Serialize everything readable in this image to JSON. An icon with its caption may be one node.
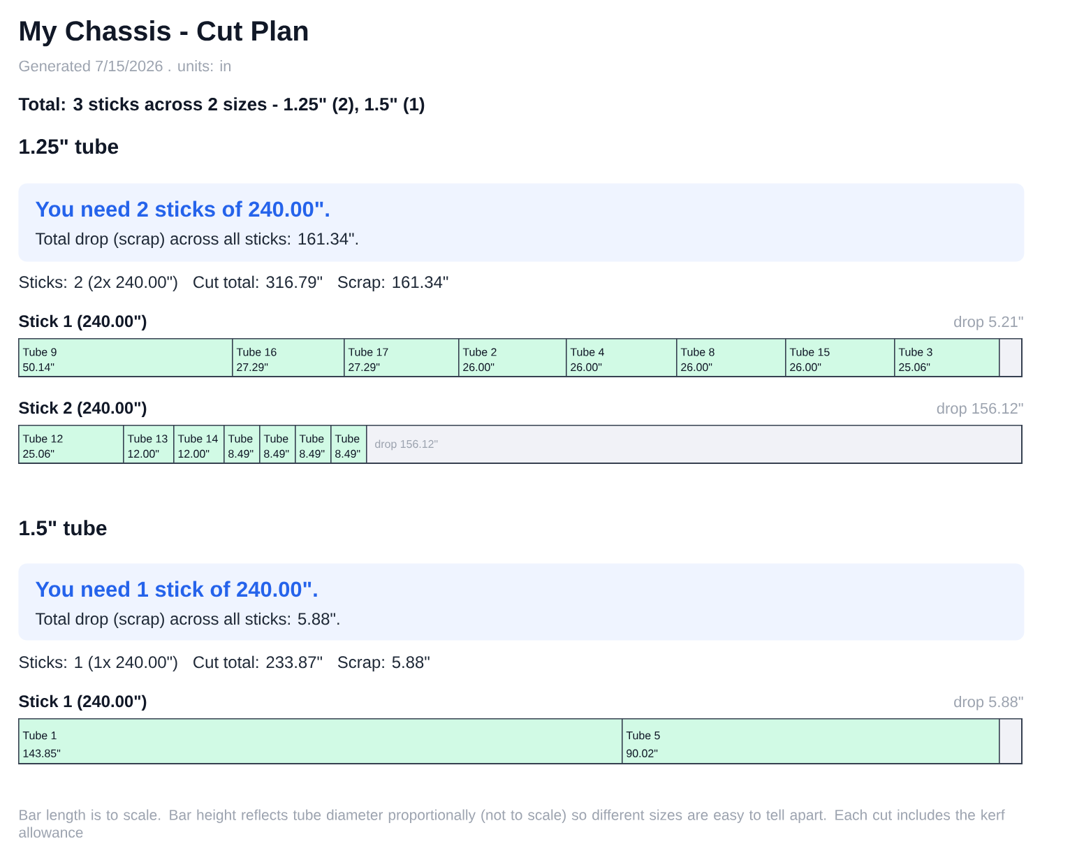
{
  "diagram": {
    "title": "My Chassis - Cut Plan",
    "nodes": [
      {
        "text": [
          "You need 2 sticks of 240.00\".",
          "Total drop (scrap) across all sticks: 161.34\"."
        ]
      },
      {
        "text": [
          "Stick 1 (240.00\")"
        ],
        "beside": [
          "drop 5.21\""
        ]
      },
      {
        "text": [
          "Tube 9",
          "50.14\""
        ],
        "in": 1
      },
      {
        "text": [
          "Tube 16",
          "27.29\""
        ],
        "in": 1
      },
      {
        "text": [
          "Tube 17",
          "27.29\""
        ],
        "in": 1
      },
      {
        "text": [
          "Tube 2",
          "26.00\""
        ],
        "in": 1
      },
      {
        "text": [
          "Tube 4",
          "26.00\""
        ],
        "in": 1
      },
      {
        "text": [
          "Tube 8",
          "26.00\""
        ],
        "in": 1
      },
      {
        "text": [
          "Tube 15",
          "26.00\""
        ],
        "in": 1
      },
      {
        "text": [
          "Tube 3",
          "25.06\""
        ],
        "in": 1
      },
      {
        "text": [],
        "shape": "box",
        "in": 1
      },
      {
        "text": [
          "Stick 2 (240.00\")"
        ],
        "beside": [
          "drop 156.12\""
        ]
      },
      {
        "text": [
          "Tube 12",
          "25.06\""
        ],
        "in": 11
      },
      {
        "text": [
          "Tube 13",
          "12.00\""
        ],
        "in": 11
      },
      {
        "text": [
          "Tube 14",
          "12.00\""
        ],
        "in": 11
      },
      {
        "text": [
          "Tube",
          "8.49\""
        ],
        "in": 11
      },
      {
        "text": [
          "Tube",
          "8.49\""
        ],
        "in": 11
      },
      {
        "text": [
          "Tube",
          "8.49\""
        ],
        "in": 11
      },
      {
        "text": [
          "Tube",
          "8.49\""
        ],
        "in": 11
      },
      {
        "text": [
          "drop 156.12\""
        ],
        "in": 11
      },
      {
        "text": [
          "You need 1 stick of 240.00\".",
          "Total drop (scrap) across all sticks: 5.88\"."
        ]
      },
      {
        "text": [
          "Stick 1 (240.00\")"
        ],
        "beside": [
          "drop 5.88\""
        ]
      },
      {
        "text": [
          "Tube 1",
          "143.85\""
        ],
        "in": 21
      },
      {
        "text": [
          "Tube 5",
          "90.02\""
        ],
        "in": 21
      },
      {
        "text": [],
        "shape": "box",
        "in": 21
      }
    ],
    "labels": [
      "Generated 7/15/2026 . units: in",
      "Total: 3 sticks across 2 sizes - 1.25\" (2), 1.5\" (1)",
      "1.25\" tube",
      "Sticks: 2 (2x 240.00\")",
      "Cut total: 316.79\"",
      "Scrap: 161.34\"",
      "1.5\" tube",
      "Sticks: 1 (1x 240.00\")",
      "Cut total: 233.87\"",
      "Scrap: 5.88\"",
      "Bar length is to scale. Bar height reflects tube diameter proportionally (not to scale) so different sizes are easy to tell apart. Each cut includes the kerf allowance"
    ]
  }
}
